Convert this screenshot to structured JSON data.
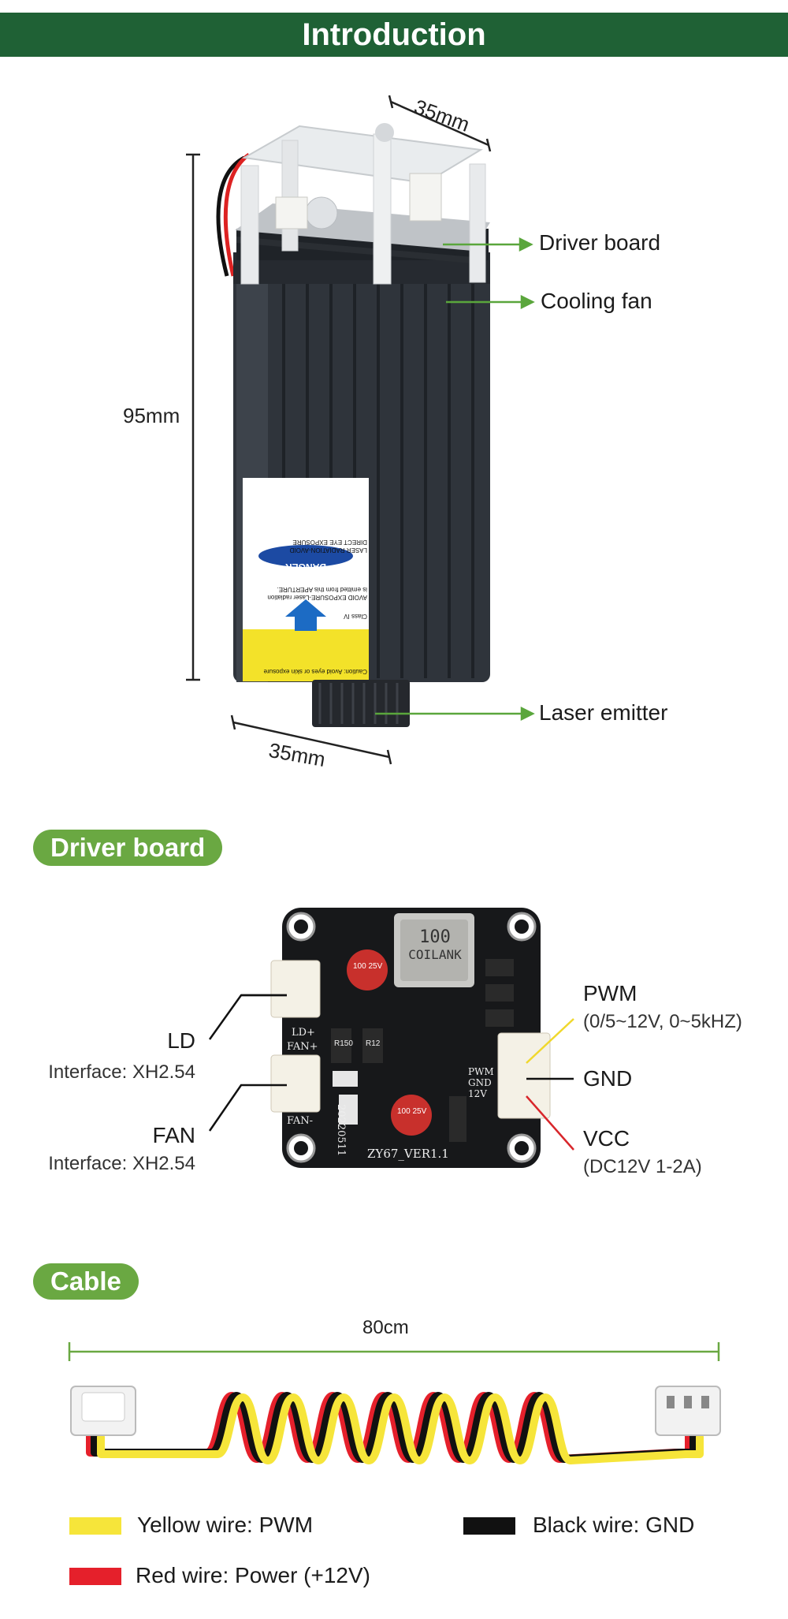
{
  "header": {
    "title": "Introduction"
  },
  "module": {
    "dimensions": {
      "top_width": "35mm",
      "height": "95mm",
      "bottom_width": "35mm"
    },
    "callouts": {
      "driver_board": "Driver board",
      "cooling_fan": "Cooling fan",
      "laser_emitter": "Laser emitter"
    },
    "warning_label": {
      "danger": "DANGER",
      "line1": "LASER RADIATION-AVOID",
      "line2": "DIRECT EYE EXPOSURE",
      "line3": "AVOID EXPOSURE-Laser radiation",
      "line4": "is emitted from this APERTURE.",
      "class": "Class IV",
      "caution": "Caution: Avoid eyes or skin exposure"
    }
  },
  "driver_board_section": {
    "title": "Driver board",
    "board_text": {
      "inductor_1": "100",
      "inductor_2": "COILANK",
      "cap_1": "100 25V",
      "cap_2": "100 25V",
      "version": "ZY67_VER1.1",
      "date": "20220511",
      "ld_plus": "LD+",
      "fan_plus": "FAN+",
      "fan_minus": "FAN-",
      "pwm": "PWM",
      "gnd": "GND",
      "v12": "12V",
      "r150": "R150",
      "r12": "R12"
    },
    "ld": {
      "name": "LD",
      "interface": "Interface: XH2.54"
    },
    "fan": {
      "name": "FAN",
      "interface": "Interface: XH2.54"
    },
    "pwm": {
      "name": "PWM",
      "spec": "(0/5~12V, 0~5kHZ)"
    },
    "gnd": {
      "name": "GND"
    },
    "vcc": {
      "name": "VCC",
      "spec": "(DC12V 1-2A)"
    }
  },
  "cable_section": {
    "title": "Cable",
    "length": "80cm",
    "legend": {
      "yellow": "Yellow wire: PWM",
      "black": "Black wire: GND",
      "red": "Red wire: Power (+12V)"
    }
  },
  "colors": {
    "header_green": "#1f6135",
    "pill_green": "#6aa842",
    "arrow_green": "#5aa63c",
    "wire_yellow": "#f6e53a",
    "wire_red": "#e5202b",
    "wire_black": "#111111"
  }
}
